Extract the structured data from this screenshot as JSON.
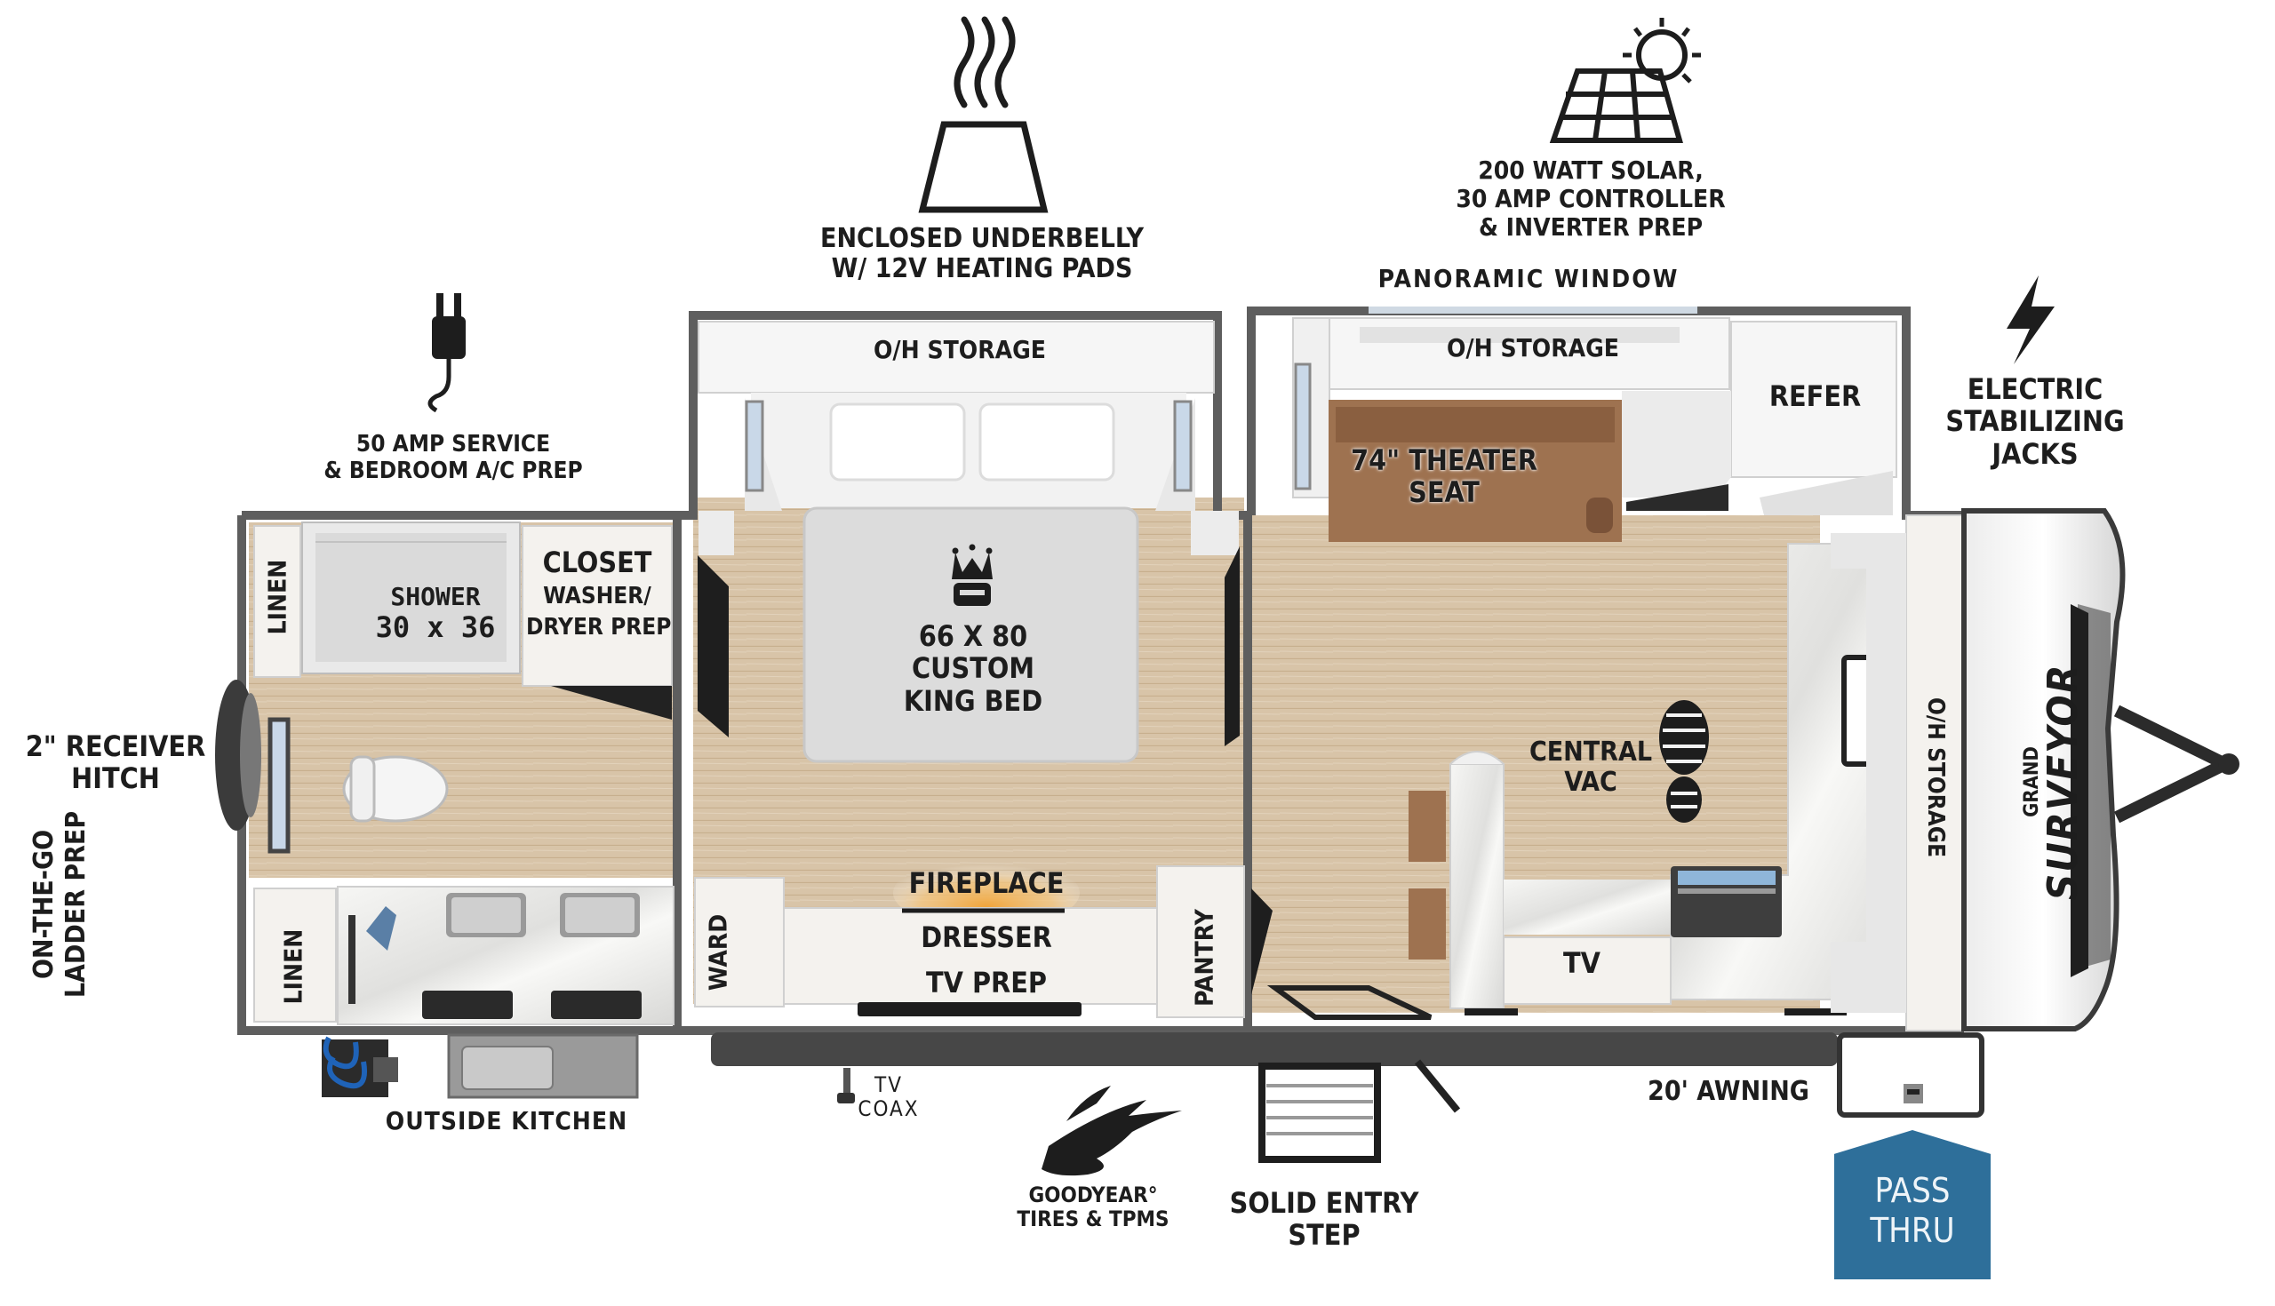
{
  "features": {
    "underbelly": [
      "ENCLOSED UNDERBELLY",
      "W/ 12V HEATING PADS"
    ],
    "solar": [
      "200 WATT SOLAR,",
      "30 AMP CONTROLLER",
      "& INVERTER PREP"
    ],
    "panoramic_window": "PANORAMIC WINDOW",
    "electric_jacks": [
      "ELECTRIC",
      "STABILIZING",
      "JACKS"
    ],
    "amp_service": [
      "50 AMP SERVICE",
      "& BEDROOM A/C PREP"
    ],
    "receiver_hitch": [
      "2\" RECEIVER",
      "HITCH"
    ],
    "ladder_prep": [
      "ON-THE-GO",
      "LADDER PREP"
    ],
    "outside_kitchen": "OUTSIDE KITCHEN",
    "tv_coax": [
      "TV",
      "COAX"
    ],
    "goodyear": [
      "GOODYEAR°",
      "TIRES & TPMS"
    ],
    "entry_step": [
      "SOLID ENTRY",
      "STEP"
    ],
    "awning": "20' AWNING",
    "pass_thru": [
      "PASS",
      "THRU"
    ]
  },
  "rooms": {
    "bedroom_storage": "O/H STORAGE",
    "living_storage": "O/H STORAGE",
    "refer": "REFER",
    "theater_seat": [
      "74\" THEATER",
      "SEAT"
    ],
    "linen_top": "LINEN",
    "linen_bottom": "LINEN",
    "shower": [
      "SHOWER",
      "30 x 36"
    ],
    "closet": [
      "CLOSET",
      "WASHER/",
      "DRYER PREP"
    ],
    "bed": [
      "66 X 80",
      "CUSTOM",
      "KING BED"
    ],
    "fireplace": "FIREPLACE",
    "dresser": [
      "DRESSER",
      "TV PREP"
    ],
    "ward": "WARD",
    "pantry": "PANTRY",
    "central_vac": [
      "CENTRAL",
      "VAC"
    ],
    "tv": "TV",
    "front_storage": "O/H STORAGE"
  },
  "brand": [
    "GRAND",
    "SURVEYOR"
  ],
  "colors": {
    "wall": "#5e5e5e",
    "floor": "#d6c2a6",
    "cabinet": "#f4f2ee",
    "theater_seat": "#9e7250",
    "bed": "#dcdcdc",
    "fireplace_glow": "#f1a53a",
    "pass_thru": "#2e6f9a",
    "text": "#1d1d1d"
  },
  "icons": [
    "heat-pad-icon",
    "solar-panel-icon",
    "lightning-bolt-icon",
    "plug-icon",
    "crown-icon",
    "footprint-icon",
    "winged-foot-icon"
  ]
}
